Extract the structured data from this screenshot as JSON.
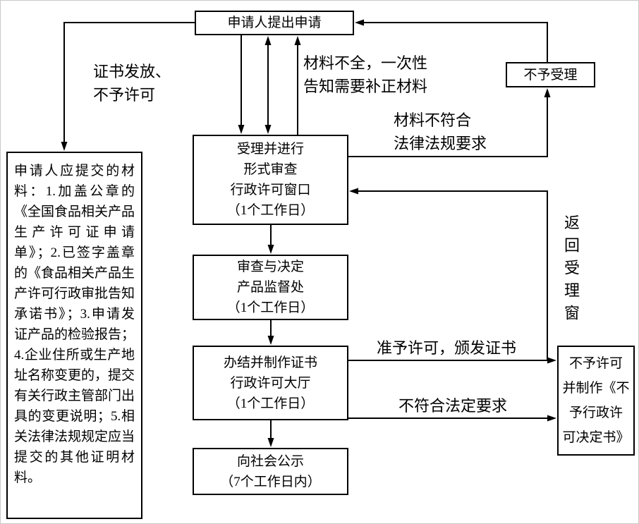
{
  "nodes": {
    "apply": "申请人提出申请",
    "accept": "受理并进行\n形式审查\n行政许可窗口\n（1个工作日）",
    "review": "审查与决定\n产品监督处\n（1个工作日）",
    "conclude": "办结并制作证书\n行政许可大厅\n（1个工作日）",
    "publicity": "向社会公示\n（7个工作日内）",
    "reject_acceptance": "不予受理",
    "deny": "不予许可\n并制作《不\n予行政许\n可决定书》",
    "materials": "申请人应提交的材料：1.加盖公章的《全国食品相关产品生产许可证申请单》；2.已签字盖章的《食品相关产品生产许可行政审批告知承诺书》；3.申请发证产品的检验报告；4.企业住所或生产地址名称变更的，提交有关行政主管部门出具的变更说明；5.相关法律法规规定应当提交的其他证明材料。"
  },
  "edge_labels": {
    "certificate_issue": "证书发放、\n不予许可",
    "incomplete_materials": "材料不全，一次性\n告知需要补正材料",
    "noncompliant_materials": "材料不符合\n法律法规要求",
    "return_to_window": "返回受理窗",
    "grant_license": "准予许可，颁发证书",
    "not_meet_legal": "不符合法定要求"
  },
  "colors": {
    "line": "#000000",
    "box_border": "#000000",
    "background": "#ffffff",
    "text": "#000000"
  }
}
